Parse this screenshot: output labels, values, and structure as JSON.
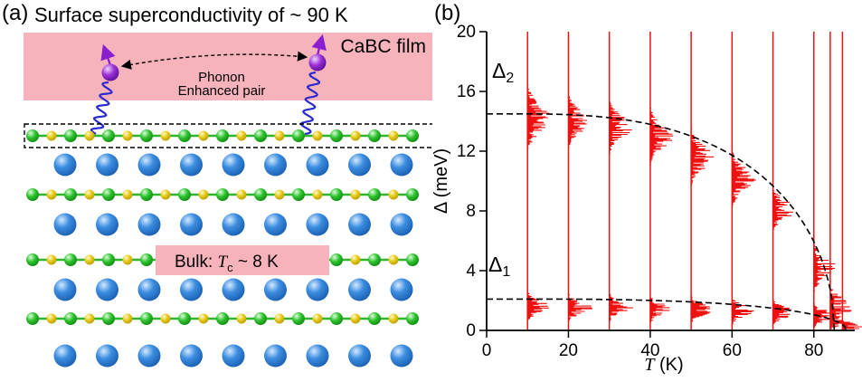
{
  "figure": {
    "panel_a": {
      "label": "(a)",
      "title": "Surface superconductivity of ~ 90 K",
      "film_label": "CaBC film",
      "phonon_line1": "Phonon",
      "phonon_line2": "Enhanced pair",
      "bulk_label": {
        "prefix": "Bulk: ",
        "symbol": "T",
        "sub": "c",
        "suffix": " ~ 8 K"
      },
      "colors": {
        "film_band": "#f7b3bb",
        "bulk_badge": "#f7b3bb",
        "electron": "#9a2fd6",
        "electron_arrow": "#8a1fd0",
        "phonon_wave": "#2a2ad0",
        "atom_large_blue": "#2e7fd8",
        "atom_small_green": "#2ec22e",
        "atom_small_yellow": "#e3c41c",
        "bond_green": "#2db52d",
        "dashed_outline": "#000000"
      }
    },
    "panel_b": {
      "label": "(b)",
      "xlabel_symbol": "T",
      "xlabel_rest": " (K)",
      "ylabel": "Δ (meV)",
      "gap_labels": [
        {
          "symbol": "Δ",
          "sub": "2"
        },
        {
          "symbol": "Δ",
          "sub": "1"
        }
      ],
      "line_color": "#ee1111",
      "curve_color": "#000000",
      "axis_color": "#000000"
    }
  },
  "chart_data": {
    "type": "scatter",
    "title": "Superconducting gap distributions vs temperature",
    "xlabel": "T (K)",
    "ylabel": "Δ (meV)",
    "xlim": [
      0,
      90
    ],
    "ylim": [
      0,
      20
    ],
    "x_ticks": [
      0,
      20,
      40,
      60,
      80
    ],
    "y_ticks": [
      0,
      4,
      8,
      12,
      16,
      20
    ],
    "grid": false,
    "legend": "none",
    "temperatures": [
      10,
      20,
      30,
      40,
      50,
      60,
      70,
      80,
      84,
      87
    ],
    "series": [
      {
        "name": "Δ2 gap distribution (red histograms, upper)",
        "centers": [
          14.2,
          14.0,
          13.6,
          13.0,
          11.6,
          10.1,
          8.1,
          4.2,
          1.6,
          0.3
        ],
        "halfwidths": [
          2.3,
          1.8,
          1.8,
          1.9,
          1.9,
          1.9,
          1.5,
          1.6,
          1.4,
          0.3
        ]
      },
      {
        "name": "Δ1 gap distribution (red histograms, lower)",
        "centers": [
          1.6,
          1.5,
          1.5,
          1.4,
          1.4,
          1.3,
          1.2,
          1.0,
          0.5,
          0.15
        ],
        "halfwidths": [
          1.0,
          0.95,
          0.95,
          0.9,
          0.9,
          0.9,
          0.85,
          0.8,
          0.5,
          0.15
        ]
      }
    ],
    "bcs_curves": [
      {
        "name": "Δ2 BCS fit (dashed)",
        "delta0": 14.5,
        "tc": 85
      },
      {
        "name": "Δ1 BCS fit (dashed)",
        "delta0": 2.1,
        "tc": 88
      }
    ]
  }
}
